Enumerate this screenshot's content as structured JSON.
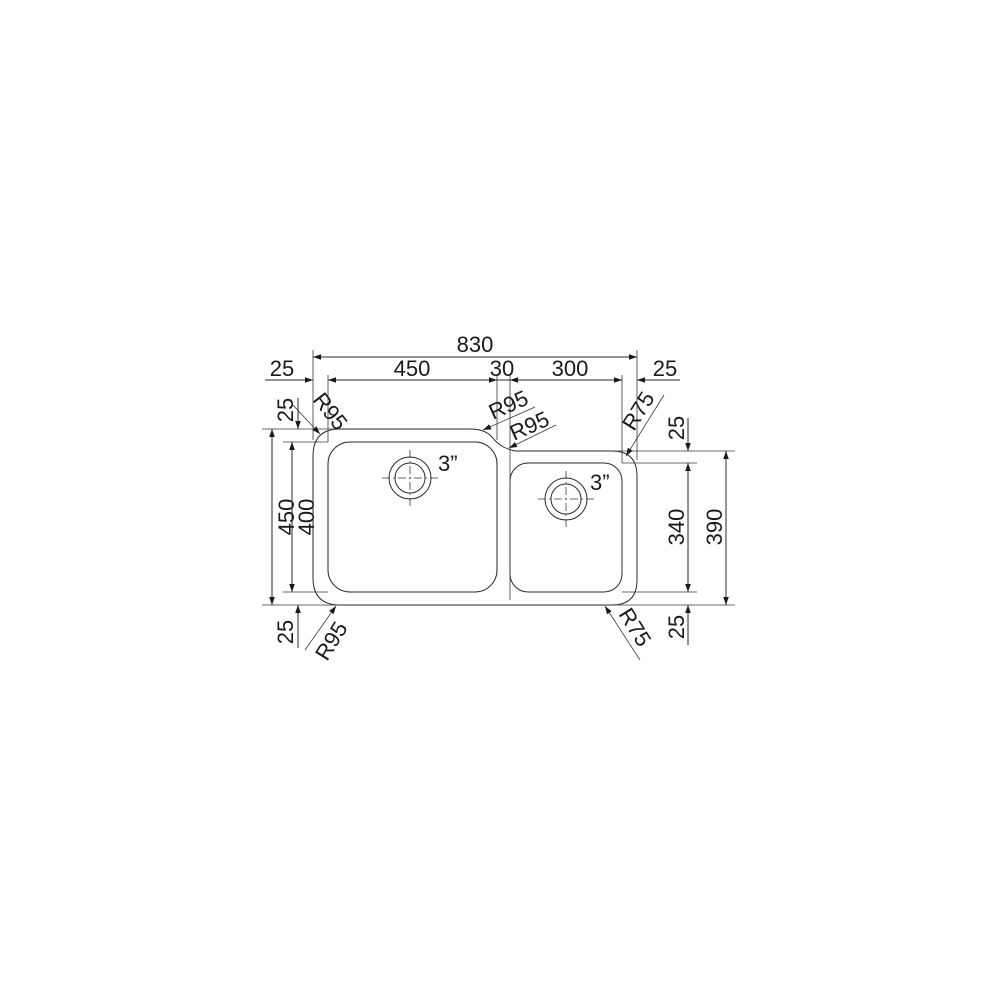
{
  "drawing": {
    "title": "Double bowl undermount sink dimension drawing",
    "units": "mm",
    "stroke_color": "#2a2a2a",
    "background": "#ffffff"
  },
  "dimensions": {
    "overall_width": "830",
    "left_margin": "25",
    "left_bowl_width": "450",
    "divider_width": "30",
    "right_bowl_width": "300",
    "right_margin": "25",
    "overall_height_left": "450",
    "left_bowl_height": "400",
    "top_margin_left": "25",
    "bottom_margin_left": "25",
    "right_bowl_height": "340",
    "overall_height_right": "390",
    "top_margin_right": "25",
    "bottom_margin_right": "25"
  },
  "radii": {
    "top_left": "R95",
    "divider_top_left": "R95",
    "divider_top_right": "R95",
    "top_right": "R75",
    "bottom_left": "R95",
    "bottom_right": "R75"
  },
  "drains": {
    "left": {
      "label": "3”"
    },
    "right": {
      "label": "3”"
    }
  }
}
